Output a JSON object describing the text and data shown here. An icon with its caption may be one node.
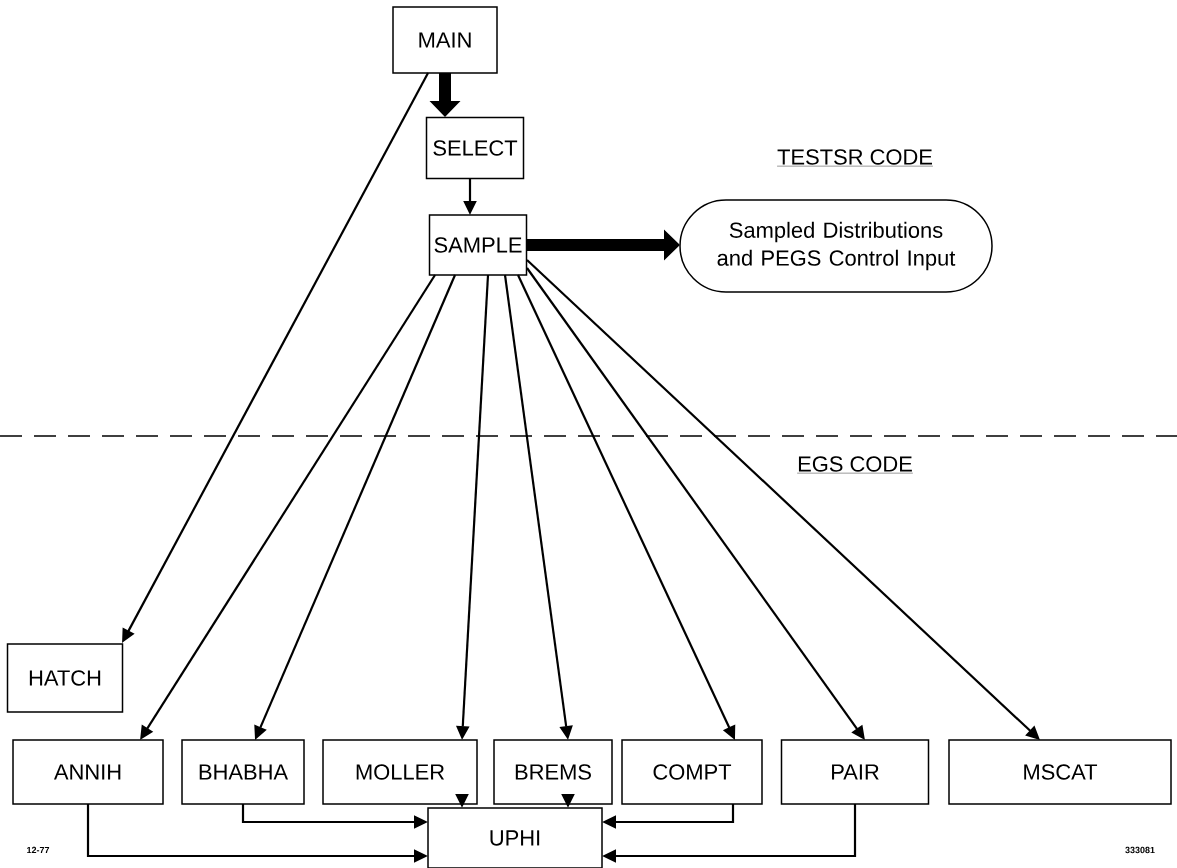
{
  "diagram": {
    "nodes": [
      {
        "text": [
          "MAIN"
        ]
      },
      {
        "text": [
          "SELECT"
        ]
      },
      {
        "text": [
          "SAMPLE"
        ]
      },
      {
        "text": [
          "Sampled Distributions and PEGS Control Input"
        ]
      },
      {
        "text": [
          "HATCH"
        ]
      },
      {
        "text": [
          "ANNIH"
        ]
      },
      {
        "text": [
          "BHABHA"
        ]
      },
      {
        "text": [
          "MOLLER"
        ]
      },
      {
        "text": [
          "BREMS"
        ]
      },
      {
        "text": [
          "COMPT"
        ]
      },
      {
        "text": [
          "PAIR"
        ]
      },
      {
        "text": [
          "MSCAT"
        ]
      },
      {
        "text": [
          "UPHI"
        ]
      }
    ],
    "edges": [
      {
        "from": 0,
        "to": 1,
        "arrow": "to",
        "style": "thick"
      },
      {
        "from": 0,
        "to": 4,
        "arrow": "to"
      },
      {
        "from": 1,
        "to": 2,
        "arrow": "to"
      },
      {
        "from": 2,
        "to": 3,
        "arrow": "to",
        "style": "thick"
      },
      {
        "from": 2,
        "to": 5,
        "arrow": "to"
      },
      {
        "from": 2,
        "to": 6,
        "arrow": "to"
      },
      {
        "from": 2,
        "to": 7,
        "arrow": "to"
      },
      {
        "from": 2,
        "to": 8,
        "arrow": "to"
      },
      {
        "from": 2,
        "to": 9,
        "arrow": "to"
      },
      {
        "from": 2,
        "to": 10,
        "arrow": "to"
      },
      {
        "from": 2,
        "to": 11,
        "arrow": "to"
      },
      {
        "from": 5,
        "to": 12,
        "arrow": "to"
      },
      {
        "from": 6,
        "to": 12,
        "arrow": "to"
      },
      {
        "from": 7,
        "to": 12,
        "arrow": "to"
      },
      {
        "from": 8,
        "to": 12,
        "arrow": "to"
      },
      {
        "from": 9,
        "to": 12,
        "arrow": "to"
      },
      {
        "from": 10,
        "to": 12,
        "arrow": "to"
      }
    ],
    "labels": [
      "TESTSR CODE",
      "EGS CODE",
      "12-77",
      "333081"
    ]
  }
}
